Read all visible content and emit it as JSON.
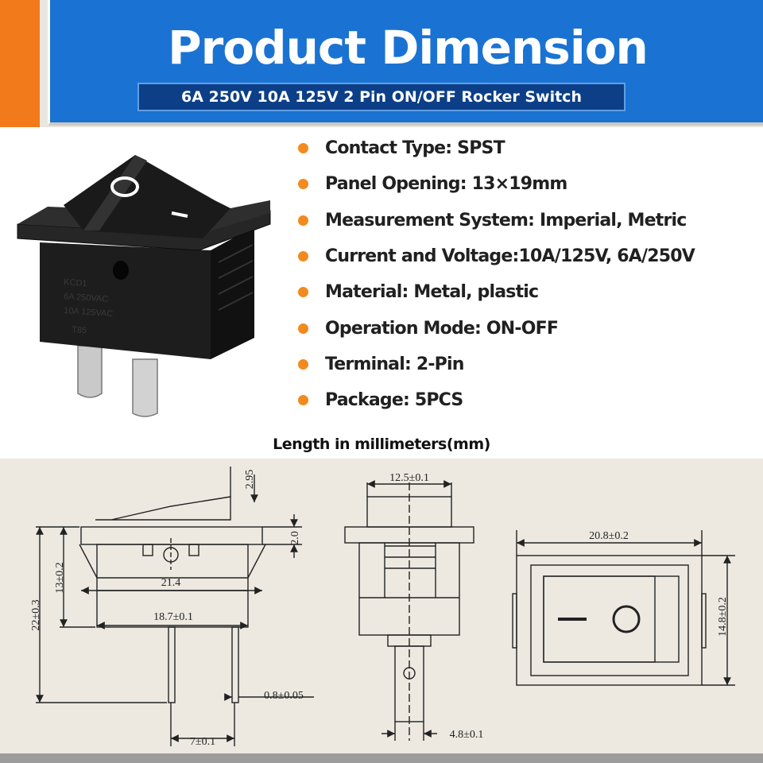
{
  "header": {
    "title": "Product Dimension",
    "subtitle": "6A 250V 10A 125V 2 Pin ON/OFF Rocker Switch"
  },
  "specs": [
    "Contact Type: SPST",
    "Panel Opening: 13×19mm",
    "Measurement System: Imperial, Metric",
    "Current and Voltage:10A/125V, 6A/250V",
    "Material: Metal, plastic",
    "Operation Mode: ON-OFF",
    "Terminal: 2-Pin",
    "Package: 5PCS"
  ],
  "caption": "Length in millimeters(mm)",
  "dimensions": {
    "rocker_height": "2.95",
    "flange_height": "2.0",
    "body_height": "13±0.2",
    "total_height": "22±0.3",
    "body_width": "21.4",
    "lower_width": "18.7±0.1",
    "pin_thickness": "0.8±0.05",
    "pin_spacing": "7±0.1",
    "side_width": "12.5±0.1",
    "pin_width": "4.8±0.1",
    "front_width": "20.8±0.2",
    "front_height": "14.8±0.2"
  },
  "colors": {
    "banner_blue": "#1a73d2",
    "subtitle_bg": "#0c3f88",
    "accent_orange": "#f27a1a",
    "bullet_orange": "#f28a1e",
    "drawing_bg": "#ede9e1"
  }
}
